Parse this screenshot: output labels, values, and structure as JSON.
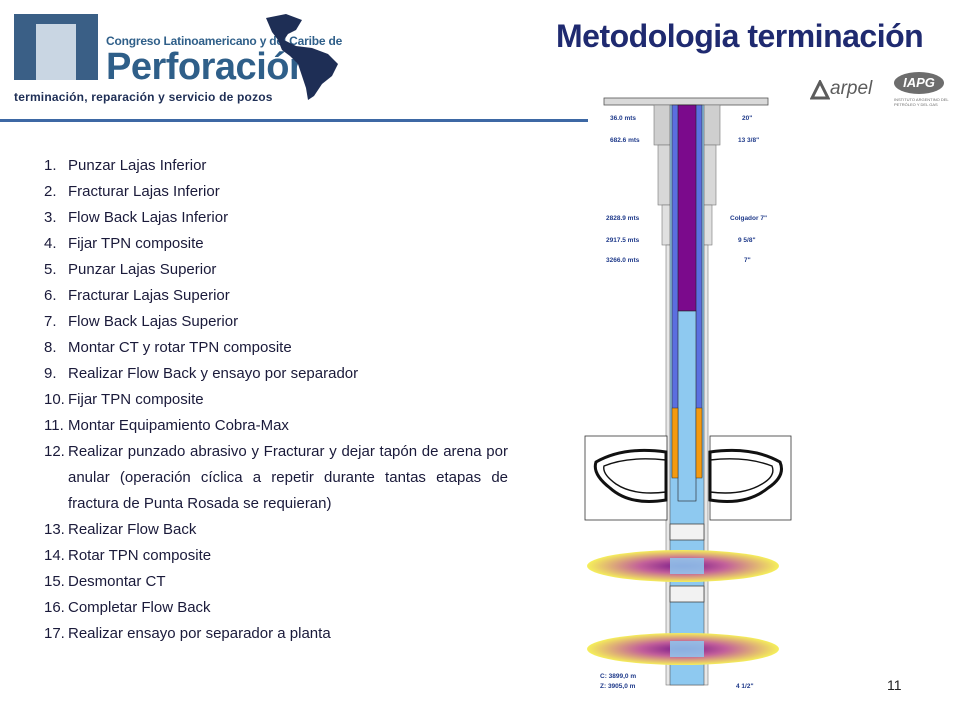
{
  "header": {
    "logo_line1": "Congreso Latinoamericano y del Caribe de",
    "logo_big": "Perforación",
    "logo_tagline": "terminación, reparación y servicio de pozos",
    "title": "Metodologia terminación",
    "arpel": "arpel",
    "iapg": "IAPG",
    "iapg_caption": "INSTITUTO ARGENTINO DEL PETRÓLEO Y DEL GAS"
  },
  "steps": [
    {
      "n": "1.",
      "text": "Punzar Lajas Inferior"
    },
    {
      "n": "2.",
      "text": "Fracturar Lajas Inferior"
    },
    {
      "n": "3.",
      "text": "Flow Back Lajas Inferior"
    },
    {
      "n": "4.",
      "text": "Fijar TPN composite"
    },
    {
      "n": "5.",
      "text": "Punzar Lajas Superior"
    },
    {
      "n": "6.",
      "text": "Fracturar Lajas Superior"
    },
    {
      "n": "7.",
      "text": "Flow Back Lajas Superior"
    },
    {
      "n": "8.",
      "text": "Montar CT y rotar TPN composite"
    },
    {
      "n": "9.",
      "text": "Realizar Flow Back y ensayo por separador"
    },
    {
      "n": "10.",
      "text": "Fijar TPN composite"
    },
    {
      "n": "11.",
      "text": "Montar Equipamiento Cobra-Max"
    },
    {
      "n": "12.",
      "text": "Realizar punzado abrasivo y Fracturar y dejar tapón de arena por anular (operación cíclica a repetir durante tantas etapas de fractura de Punta Rosada se requieran)"
    },
    {
      "n": "13.",
      "text": "Realizar Flow Back"
    },
    {
      "n": "14.",
      "text": "Rotar TPN composite"
    },
    {
      "n": "15.",
      "text": "Desmontar CT"
    },
    {
      "n": "16.",
      "text": "Completar Flow Back"
    },
    {
      "n": "17.",
      "text": "Realizar ensayo por separador a planta"
    }
  ],
  "diagram": {
    "depth_top": "36.0 mts",
    "depth_2": "682.6 mts",
    "depth_3": "2828.9 mts",
    "depth_4": "2917.5 mts",
    "depth_5": "3266.0 mts",
    "size_1": "20\"",
    "size_2": "13 3/8\"",
    "size_3": "Colgador 7\"",
    "size_4": "9 5/8\"",
    "size_5": "7\"",
    "bottom_c": "C: 3899,0 m",
    "bottom_z": "Z: 3905,0 m",
    "bottom_size": "4 1/2\""
  },
  "colors": {
    "title": "#1f2a70",
    "rule": "#3d68a4",
    "purple_string": "#7b0a8c",
    "light_blue": "#8ec9f0",
    "mid_blue": "#5b6fe0",
    "orange": "#f49a10",
    "fracture": "#f5ef5a"
  },
  "page_number": "11"
}
